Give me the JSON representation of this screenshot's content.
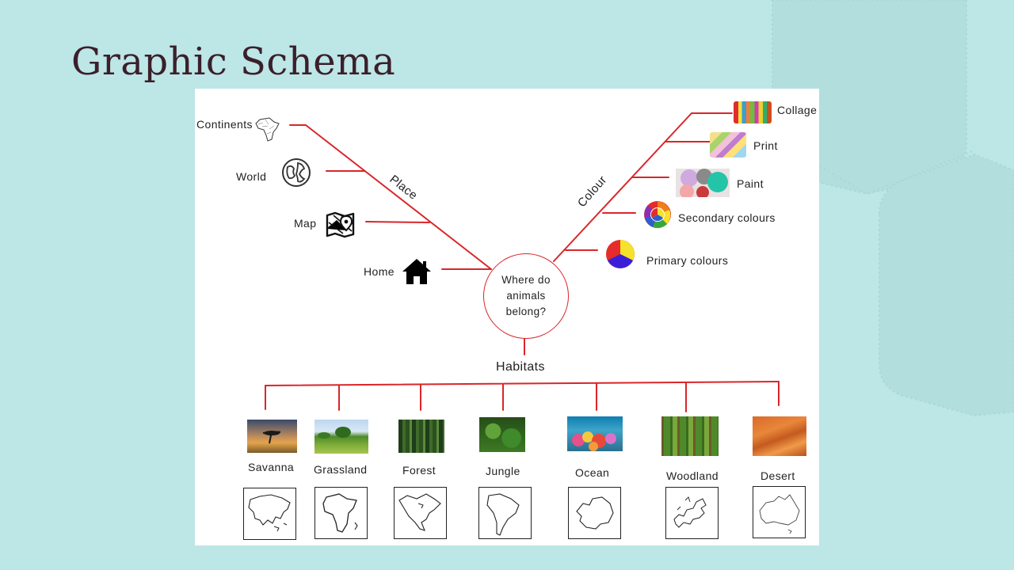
{
  "title": "Graphic Schema",
  "center": {
    "text": "Where do animals belong?"
  },
  "colors": {
    "accent": "#d9262a",
    "background": "#bde6e6",
    "panel": "#ffffff",
    "title": "#3b1f2b"
  },
  "place": {
    "label": "Place",
    "items": [
      {
        "label": "Continents",
        "icon": "africa-outline-icon"
      },
      {
        "label": "World",
        "icon": "globe-icon"
      },
      {
        "label": "Map",
        "icon": "folded-map-icon"
      },
      {
        "label": "Home",
        "icon": "house-icon"
      }
    ]
  },
  "colour": {
    "label": "Colour",
    "items": [
      {
        "label": "Collage",
        "icon": "collage-image"
      },
      {
        "label": "Print",
        "icon": "print-image"
      },
      {
        "label": "Paint",
        "icon": "paint-pots-image"
      },
      {
        "label": "Secondary colours",
        "icon": "secondary-colour-wheel-icon"
      },
      {
        "label": "Primary colours",
        "icon": "primary-colour-wheel-icon"
      }
    ]
  },
  "habitats": {
    "label": "Habitats",
    "items": [
      {
        "label": "Savanna",
        "image": "savanna-photo",
        "map": "asia-outline"
      },
      {
        "label": "Grassland",
        "image": "grassland-photo",
        "map": "africa-outline"
      },
      {
        "label": "Forest",
        "image": "forest-photo",
        "map": "north-america-outline"
      },
      {
        "label": "Jungle",
        "image": "jungle-photo",
        "map": "south-america-outline"
      },
      {
        "label": "Ocean",
        "image": "ocean-photo",
        "map": "antarctica-outline"
      },
      {
        "label": "Woodland",
        "image": "woodland-photo",
        "map": "europe-outline"
      },
      {
        "label": "Desert",
        "image": "desert-photo",
        "map": "australia-outline"
      }
    ]
  }
}
